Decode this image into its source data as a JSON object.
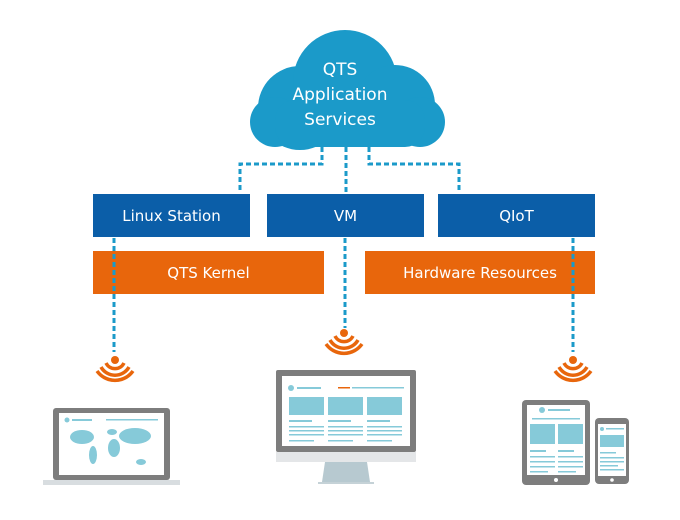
{
  "cloud": {
    "lines": [
      "QTS",
      "Application",
      "Services"
    ],
    "color": "#1b9ac9"
  },
  "services": [
    {
      "label": "Linux Station"
    },
    {
      "label": "VM"
    },
    {
      "label": "QIoT"
    }
  ],
  "foundation": [
    {
      "label": "QTS Kernel"
    },
    {
      "label": "Hardware Resources"
    }
  ],
  "devices": [
    {
      "name": "laptop",
      "screen": "world-map"
    },
    {
      "name": "desktop-monitor",
      "screen": "web-page"
    },
    {
      "name": "tablet-and-phone",
      "screen": "web-page"
    }
  ],
  "colors": {
    "service_blue": "#0b5ea8",
    "foundation_orange": "#e8660c",
    "connector_blue": "#1b9ac9",
    "signal_orange": "#e8660c",
    "device_gray": "#7d7d7d",
    "screen_accent": "#86cad9"
  }
}
